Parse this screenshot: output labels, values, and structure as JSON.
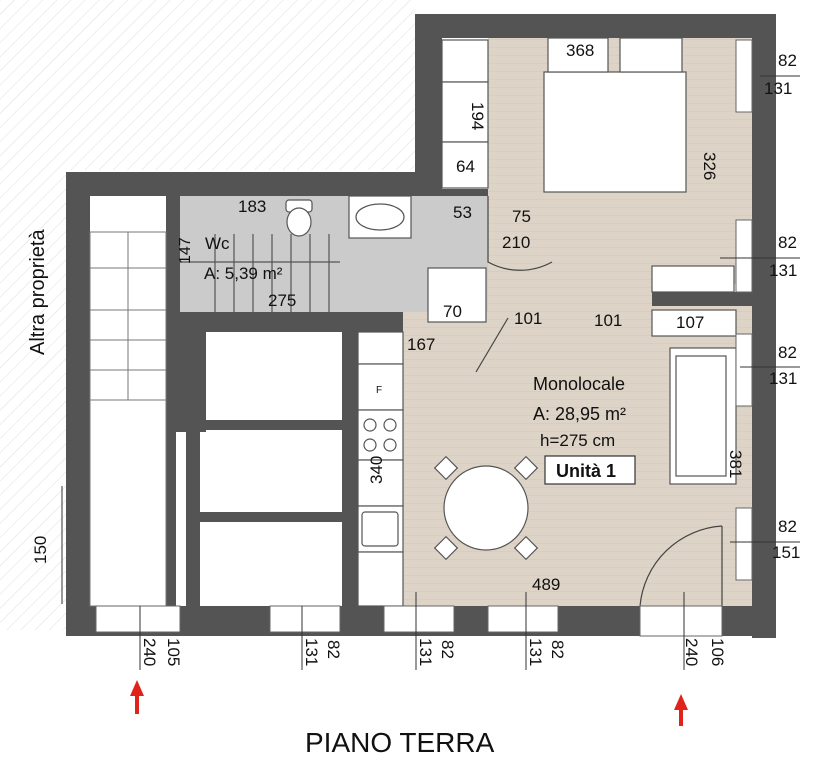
{
  "title": "PIANO TERRA",
  "side_label": "Altra proprietà",
  "unit_badge": "Unità 1",
  "colors": {
    "wall": "#545454",
    "wood_floor": "#ddd3c6",
    "tile_floor": "#c9c9c9",
    "arrow": "#e0241b",
    "hatch": "#cfcfcf"
  },
  "rooms": {
    "monolocale": {
      "name": "Monolocale",
      "area": "A: 28,95 m²",
      "height": "h=275 cm"
    },
    "wc": {
      "name": "Wc",
      "area": "A: 5,39 m²"
    }
  },
  "dimensions": {
    "bed_top": "368",
    "wardrobe_upper": "194",
    "wardrobe_lower": "64",
    "bedroom_right": "326",
    "wc_top": "183",
    "wc_left": "147",
    "wc_bottom": "275",
    "wc_door_left": "53",
    "wc_door_w": "75",
    "wc_door_h": "210",
    "shower": "70",
    "door_inner_w": "101",
    "door_inner_c": "101",
    "partition": "107",
    "kitchen_top": "167",
    "kitchen_len": "340",
    "sofa_len": "381",
    "room_bottom": "489",
    "win1_w": "82",
    "win1_h": "131",
    "win2_w": "82",
    "win2_h": "131",
    "win3_w": "82",
    "win3_h": "131",
    "win4_w": "82",
    "win4_h": "151",
    "left_height": "150",
    "bot1_a": "240",
    "bot1_b": "105",
    "bot2_a": "131",
    "bot2_b": "82",
    "bot3_a": "131",
    "bot3_b": "82",
    "bot4_a": "131",
    "bot4_b": "82",
    "bot5_a": "240",
    "bot5_b": "106"
  },
  "appliance_label": "F"
}
